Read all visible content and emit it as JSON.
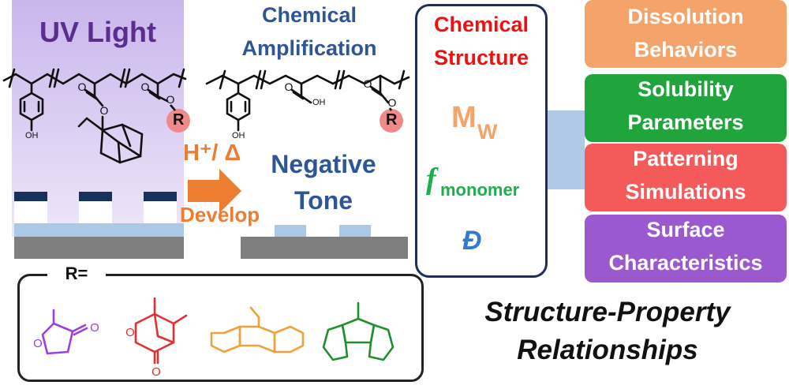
{
  "left_panel": {
    "title": "UV Light"
  },
  "middle": {
    "chemical_amplification": [
      "Chemical",
      "Amplification"
    ],
    "arrow_top": "H⁺/ Δ",
    "arrow_bottom": "Develop",
    "result": [
      "Negative",
      "Tone"
    ]
  },
  "structure_box": {
    "title": [
      "Chemical",
      "Structure"
    ],
    "mw": {
      "main": "M",
      "sub": "W"
    },
    "f_monomer": {
      "main": "f",
      "sub": "monomer"
    },
    "dispersity": "Đ"
  },
  "properties": [
    {
      "lines": [
        "Dissolution",
        "Behaviors"
      ],
      "color": "#f4a46a"
    },
    {
      "lines": [
        "Solubility",
        "Parameters"
      ],
      "color": "#1fa53b"
    },
    {
      "lines": [
        "Patterning",
        "Simulations"
      ],
      "color": "#f45a5a"
    },
    {
      "lines": [
        "Surface",
        "Characteristics"
      ],
      "color": "#9b59cf"
    }
  ],
  "structure_labels": {
    "ester_group": "R",
    "phenol_oh": "OH",
    "acid_oh": "OH"
  },
  "r_group_box": {
    "label": "R=",
    "carbonyl_o": "O",
    "ring_o": "O"
  },
  "footer": [
    "Structure-Property",
    "Relationships"
  ],
  "colors": {
    "uv_purple": "#c9b6ec",
    "title_blue": "#2f5597",
    "arrow_orange": "#ed7d31",
    "mask_navy": "#17305c",
    "resist_blue": "#a9c9e7",
    "substrate_gray": "#7f7f7f",
    "wide_arrow": "#a8c2e4"
  }
}
